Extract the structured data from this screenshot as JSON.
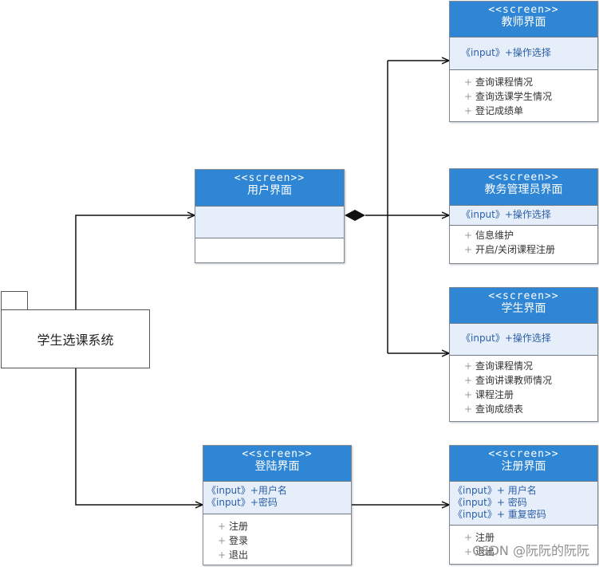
{
  "package": {
    "name": "学生选课系统"
  },
  "classes": {
    "user": {
      "stereotype": "<<screen>>",
      "name": "用户界面",
      "attrs": [],
      "ops": []
    },
    "teacher": {
      "stereotype": "<<screen>>",
      "name": "教师界面",
      "attrs": [
        "《input》+操作选择"
      ],
      "ops": [
        "查询课程情况",
        "查询选课学生情况",
        "登记成绩单"
      ]
    },
    "admin": {
      "stereotype": "<<screen>>",
      "name": "教务管理员界面",
      "attrs": [
        "《input》+操作选择"
      ],
      "ops": [
        "信息维护",
        "开启/关闭课程注册"
      ]
    },
    "student": {
      "stereotype": "<<screen>>",
      "name": "学生界面",
      "attrs": [
        "《input》+操作选择"
      ],
      "ops": [
        "查询课程情况",
        "查询讲课教师情况",
        "课程注册",
        "查询成绩表"
      ]
    },
    "login": {
      "stereotype": "<<screen>>",
      "name": "登陆界面",
      "attrs": [
        "《input》+用户名",
        "《input》+密码"
      ],
      "ops": [
        "注册",
        "登录",
        "退出"
      ]
    },
    "register": {
      "stereotype": "<<screen>>",
      "name": "注册界面",
      "attrs": [
        "《input》+ 用户名",
        "《input》+ 密码",
        "《input》+ 重复密码"
      ],
      "ops": [
        "注册",
        "退出"
      ]
    }
  },
  "op_prefix": "+",
  "watermark": "CSDN @阮阮的阮阮"
}
